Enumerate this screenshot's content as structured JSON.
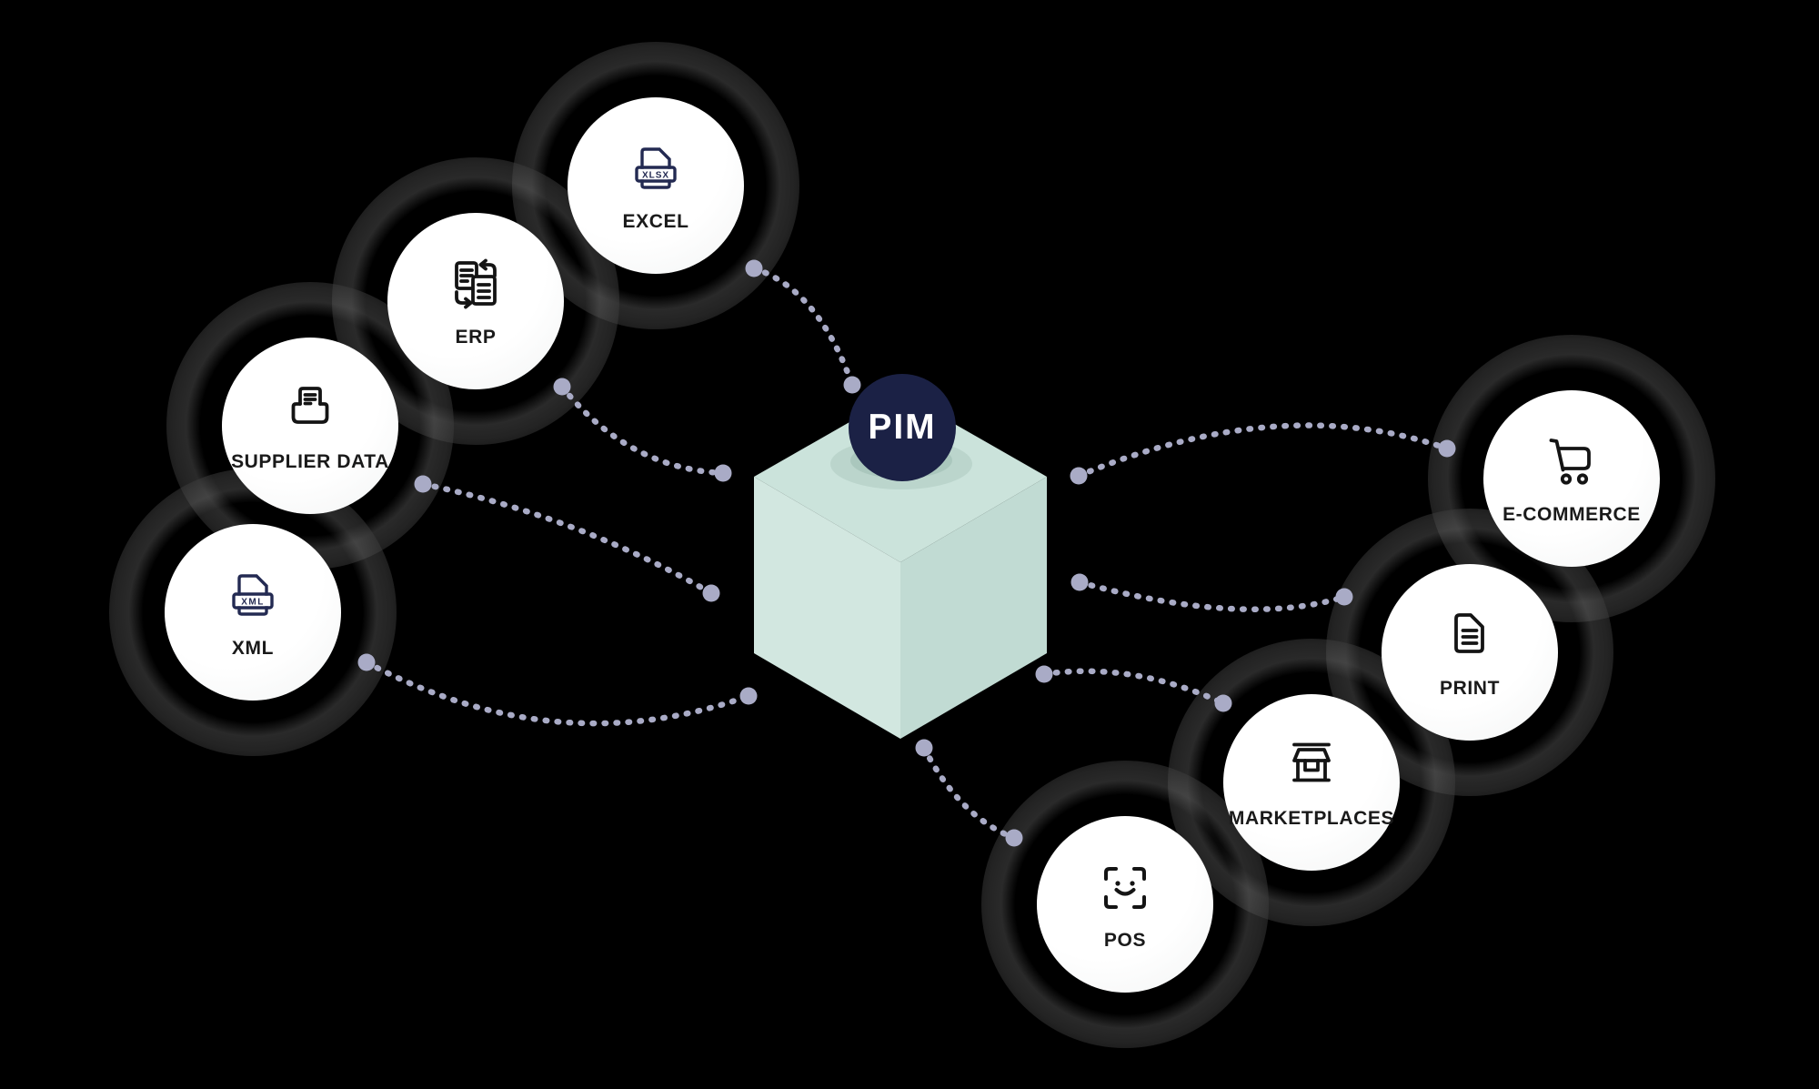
{
  "diagram": {
    "center": {
      "label": "PIM"
    },
    "sources": [
      {
        "label": "EXCEL",
        "icon": "xlsx-file-icon",
        "icon_text": "XLSX"
      },
      {
        "label": "ERP",
        "icon": "sync-documents-icon"
      },
      {
        "label": "SUPPLIER DATA",
        "icon": "inbox-document-icon"
      },
      {
        "label": "XML",
        "icon": "xml-file-icon",
        "icon_text": "XML"
      }
    ],
    "outputs": [
      {
        "label": "E-COMMERCE",
        "icon": "shopping-cart-icon"
      },
      {
        "label": "PRINT",
        "icon": "document-lines-icon"
      },
      {
        "label": "MARKETPLACES",
        "icon": "storefront-icon"
      },
      {
        "label": "POS",
        "icon": "face-scan-icon"
      }
    ],
    "connections": [
      {
        "from": "EXCEL",
        "to": "PIM"
      },
      {
        "from": "ERP",
        "to": "PIM"
      },
      {
        "from": "SUPPLIER DATA",
        "to": "PIM"
      },
      {
        "from": "XML",
        "to": "PIM"
      },
      {
        "from": "PIM",
        "to": "E-COMMERCE"
      },
      {
        "from": "PIM",
        "to": "PRINT"
      },
      {
        "from": "PIM",
        "to": "MARKETPLACES"
      },
      {
        "from": "PIM",
        "to": "POS"
      }
    ],
    "colors": {
      "background": "#000000",
      "node_fill": "#ffffff",
      "label_text": "#1a1a1a",
      "icon_dark": "#141414",
      "icon_navy": "#232a52",
      "pim_circle": "#1b2145",
      "pim_text": "#ffffff",
      "cube_top": "#cbe3db",
      "cube_left": "#d2e7e0",
      "cube_right": "#c1dbd3",
      "connector_dots": "#a9abc6"
    }
  }
}
